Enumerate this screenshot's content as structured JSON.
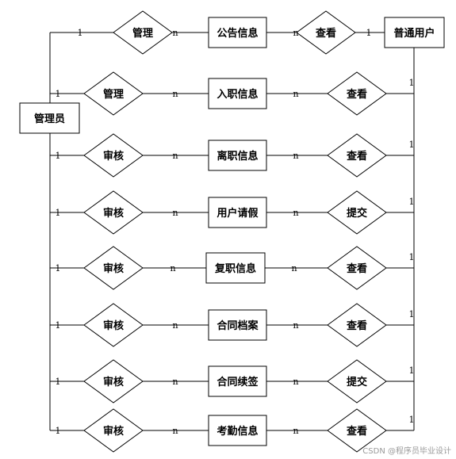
{
  "entities": {
    "admin": "管理员",
    "user": "普通用户",
    "announcement": "公告信息",
    "onboarding": "入职信息",
    "resignation": "离职信息",
    "leave": "用户请假",
    "reinstatement": "复职信息",
    "contract_archive": "合同档案",
    "contract_renewal": "合同续签",
    "attendance": "考勤信息"
  },
  "rows": [
    {
      "left_rel": "管理",
      "entity": "公告信息",
      "right_rel": "查看",
      "cards": [
        "1",
        "n",
        "n",
        "1"
      ]
    },
    {
      "left_rel": "管理",
      "entity": "入职信息",
      "right_rel": "查看",
      "cards": [
        "1",
        "n",
        "n",
        "1"
      ]
    },
    {
      "left_rel": "审核",
      "entity": "离职信息",
      "right_rel": "查看",
      "cards": [
        "1",
        "n",
        "n",
        "1"
      ]
    },
    {
      "left_rel": "审核",
      "entity": "用户请假",
      "right_rel": "提交",
      "cards": [
        "1",
        "n",
        "n",
        "1"
      ]
    },
    {
      "left_rel": "审核",
      "entity": "复职信息",
      "right_rel": "查看",
      "cards": [
        "1",
        "n",
        "n",
        "1"
      ]
    },
    {
      "left_rel": "审核",
      "entity": "合同档案",
      "right_rel": "查看",
      "cards": [
        "1",
        "n",
        "n",
        "1"
      ]
    },
    {
      "left_rel": "审核",
      "entity": "合同续签",
      "right_rel": "提交",
      "cards": [
        "1",
        "n",
        "n",
        "1"
      ]
    },
    {
      "left_rel": "审核",
      "entity": "考勤信息",
      "right_rel": "查看",
      "cards": [
        "1",
        "n",
        "n",
        "1"
      ]
    }
  ],
  "watermark": "CSDN @程序员毕业设计"
}
